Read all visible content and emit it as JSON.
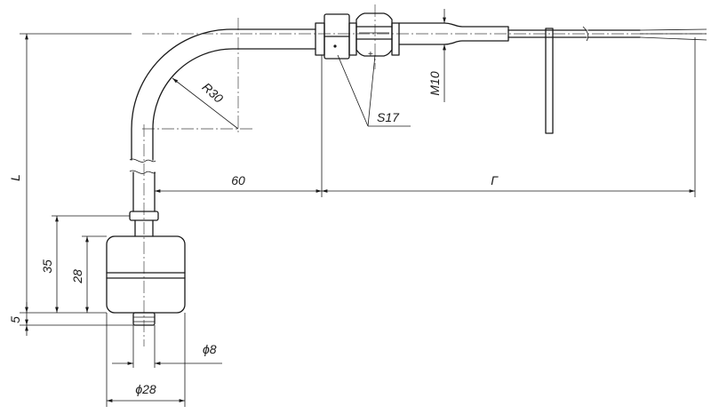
{
  "dimensions": {
    "length": "L",
    "bend_radius": "R30",
    "horizontal_offset": "60",
    "cable_length": "Г",
    "wrench_size": "S17",
    "thread": "M10",
    "float_top_offset": "35",
    "float_height": "28",
    "float_bottom_offset": "5",
    "tip_diameter": "ϕ8",
    "float_diameter": "ϕ28"
  }
}
